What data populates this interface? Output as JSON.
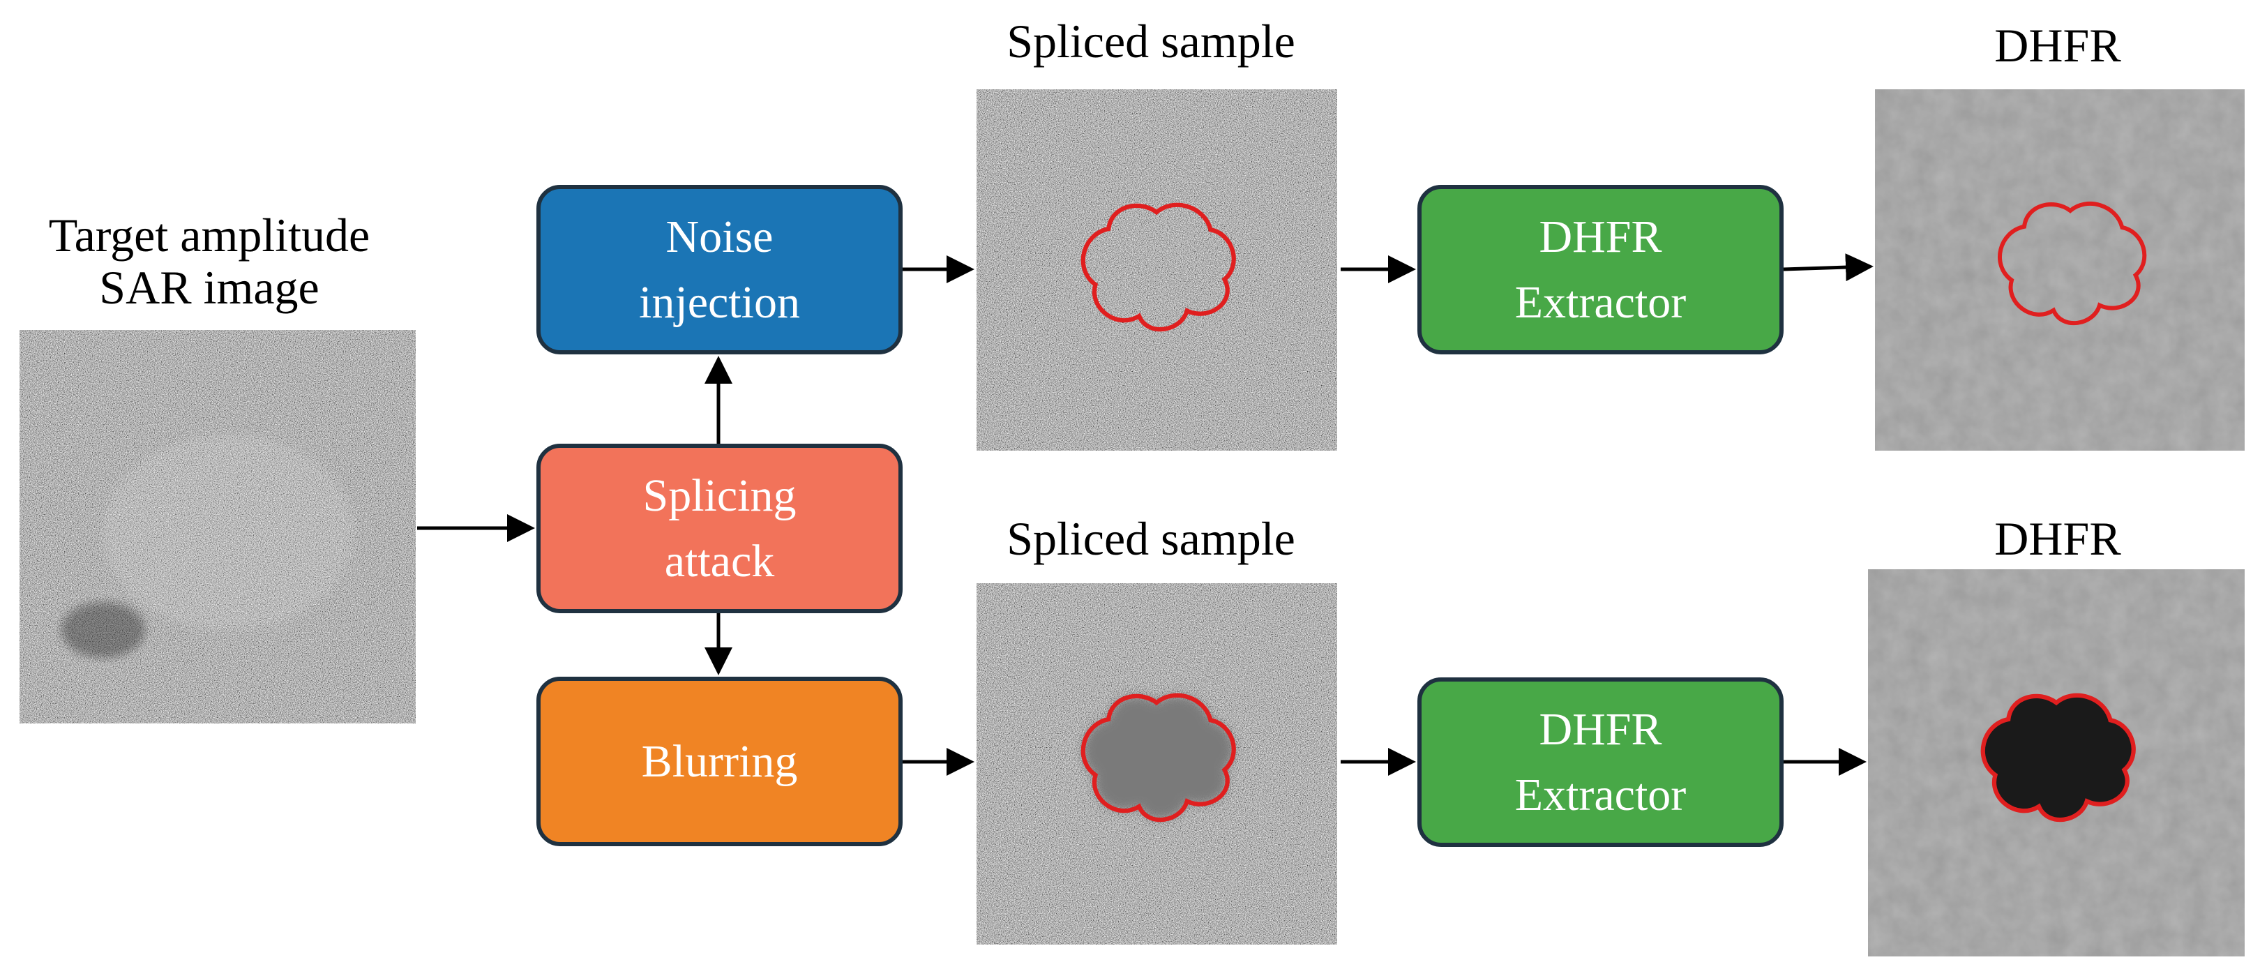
{
  "source": {
    "title_line1": "Target amplitude",
    "title_line2": "SAR image"
  },
  "steps": {
    "noise": {
      "line1": "Noise",
      "line2": "injection",
      "color": "#1b75b5"
    },
    "splice": {
      "line1": "Splicing",
      "line2": "attack",
      "color": "#f2735a"
    },
    "blur": {
      "line1": "Blurring",
      "color": "#f08424"
    }
  },
  "extractor": {
    "line1": "DHFR",
    "line2": "Extractor",
    "color": "#48a847"
  },
  "top_row": {
    "sample_label": "Spliced sample",
    "output_label": "DHFR"
  },
  "bottom_row": {
    "sample_label": "Spliced sample",
    "output_label": "DHFR"
  },
  "colors": {
    "contour": "#e01f1f",
    "arrow": "#000000",
    "box_border": "#1f3140"
  }
}
